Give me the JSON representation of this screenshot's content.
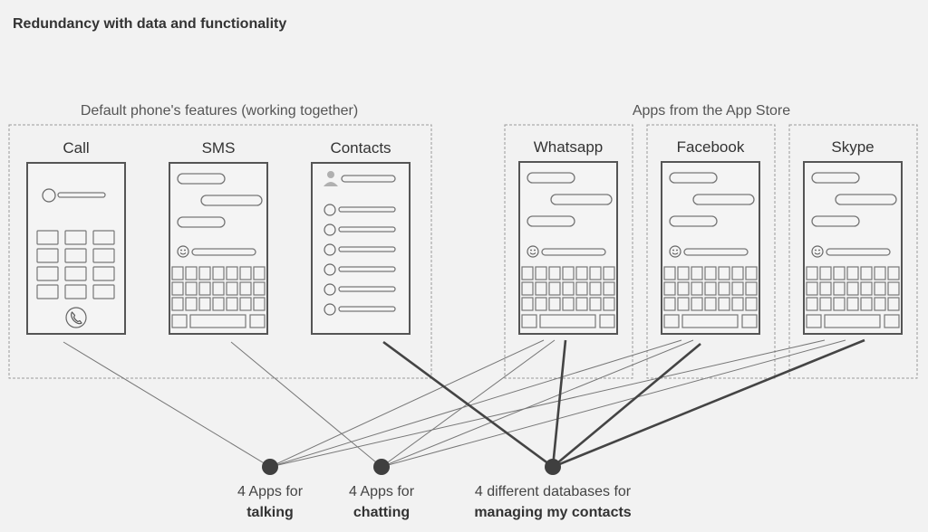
{
  "title": "Redundancy with data and functionality",
  "groups": {
    "default": "Default phone's features (working together)",
    "store": "Apps from the App Store"
  },
  "phones": {
    "call": "Call",
    "sms": "SMS",
    "contacts": "Contacts",
    "whatsapp": "Whatsapp",
    "facebook": "Facebook",
    "skype": "Skype"
  },
  "nodes": {
    "talking": {
      "line1": "4 Apps for",
      "line2": "talking"
    },
    "chatting": {
      "line1": "4 Apps for",
      "line2": "chatting"
    },
    "contacts": {
      "line1": "4 different databases for",
      "line2": "managing my contacts"
    }
  },
  "icons": {
    "phone_handset": "phone-icon",
    "smiley": "smiley-icon",
    "contact_avatar": "user-icon"
  }
}
